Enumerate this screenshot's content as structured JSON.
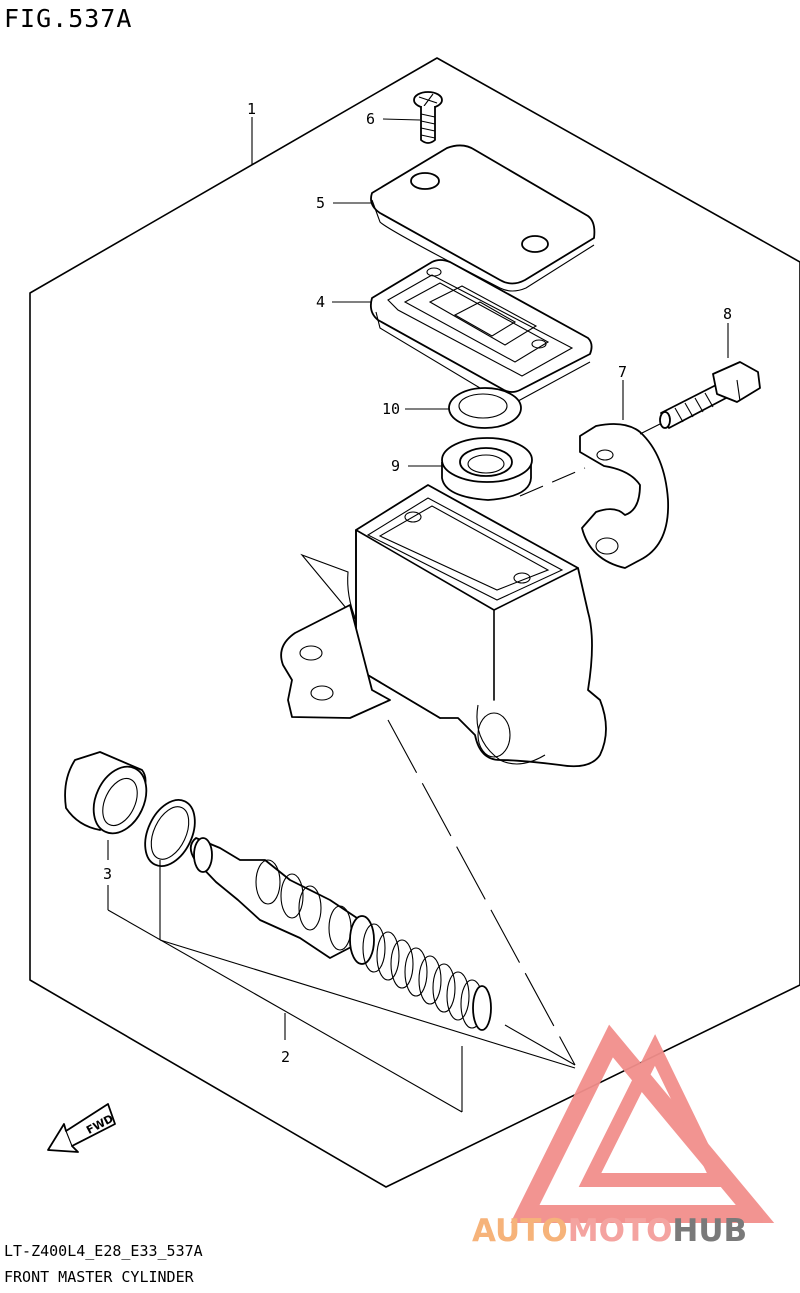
{
  "figure": {
    "title": "FIG.537A",
    "code": "LT-Z400L4_E28_E33_537A",
    "caption": "FRONT MASTER CYLINDER"
  },
  "callouts": [
    "1",
    "2",
    "3",
    "4",
    "5",
    "6",
    "7",
    "8",
    "9",
    "10"
  ],
  "direction_label": "FWD",
  "watermark": {
    "part1": "AUTO",
    "part2": "MOTO",
    "part3": "HUB",
    "colors": {
      "auto": "#f6b37a",
      "moto": "#f4a3a0",
      "hub": "#7a7a7a",
      "logo": "#f28f8c"
    }
  }
}
